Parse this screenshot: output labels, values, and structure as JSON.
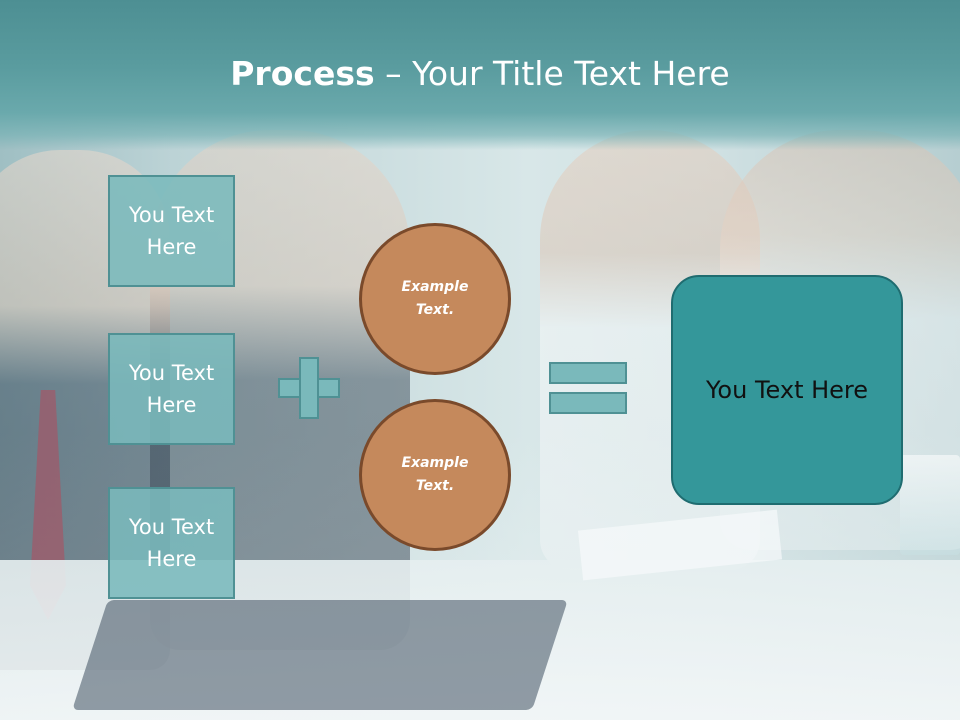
{
  "header": {
    "title_bold": "Process",
    "title_rest": " – Your Title Text Here"
  },
  "left_boxes": [
    {
      "label": "You Text Here"
    },
    {
      "label": "You Text Here"
    },
    {
      "label": "You Text Here"
    }
  ],
  "circles": [
    {
      "label": "Example Text."
    },
    {
      "label": "Example Text."
    }
  ],
  "result_box": {
    "label": "You Text Here"
  },
  "colors": {
    "header": "#5a9c9f",
    "box_fill": "#7ab9bb",
    "box_border": "#4f9194",
    "circle_fill": "#c5895c",
    "circle_border": "#7a4a2b",
    "result_fill": "#34979a"
  },
  "icons": {
    "operator_1": "plus-icon",
    "operator_2": "equals-icon"
  }
}
